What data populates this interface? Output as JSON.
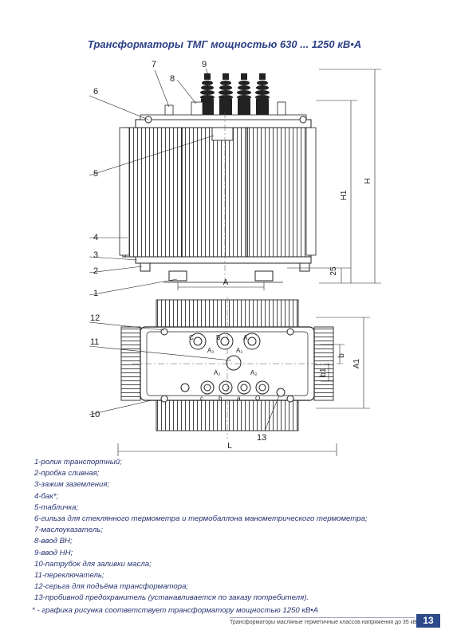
{
  "title": "Трансформаторы ТМГ мощностью 630 ... 1250 кВ•А",
  "callouts": [
    "7",
    "9",
    "8",
    "6",
    "5",
    "4",
    "3",
    "2",
    "1",
    "12",
    "11",
    "10",
    "13"
  ],
  "dimensions": {
    "A": "A",
    "H": "H",
    "H1": "H1",
    "d25": "25",
    "A1": "A1",
    "b": "b",
    "b1": "b1",
    "L": "L",
    "A2": "A₂"
  },
  "terminal_labels": {
    "C": "C",
    "B": "B",
    "A": "A",
    "c": "c",
    "b": "b",
    "a": "a",
    "O": "O"
  },
  "legend": [
    "1-ролик транспортный;",
    "2-пробка сливная;",
    "3-зажим заземления;",
    "4-бак*;",
    "5-табличка;",
    "6-гильза для стеклянного термометра и термобаллона манометрического термометра;",
    "7-маслоуказатель;",
    "8-ввод ВН;",
    "9-ввод НН;",
    "10-патрубок для заливки масла;",
    "11-переключатель;",
    "12-серьга для подъёма трансформатора;",
    "13-пробивной предохранитель (устанавливается по заказу потребителя)."
  ],
  "note": "* - графика рисунка соответствует трансформатору мощностью 1250 кВ•А",
  "footer": {
    "text": "Трансформаторы масляные герметичные классов напряжения до 35 кВ",
    "page": "13"
  }
}
